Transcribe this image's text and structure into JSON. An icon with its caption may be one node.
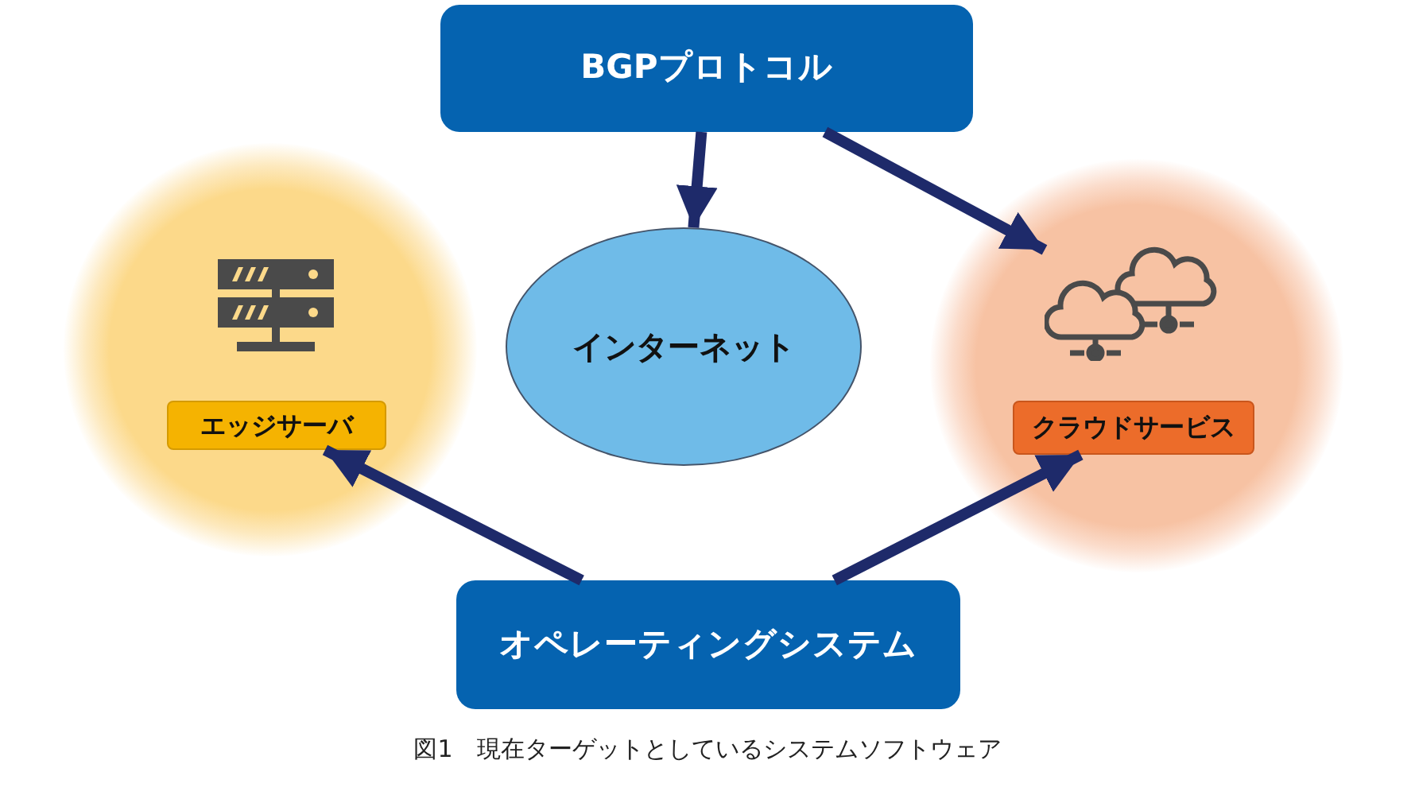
{
  "diagram": {
    "caption": "図1　現在ターゲットとしているシステムソフトウェア",
    "nodes": [
      {
        "text": [
          "BGPプロトコル"
        ]
      },
      {
        "text": [
          "インターネット"
        ]
      },
      {
        "text": [],
        "shape": "circle"
      },
      {
        "text": [
          "エッジサーバ"
        ],
        "in": 2
      },
      {
        "text": [],
        "shape": "circle"
      },
      {
        "text": [],
        "shape": "picture",
        "in": 4
      },
      {
        "text": [
          "クラウドサービス"
        ],
        "in": 4
      },
      {
        "text": [
          "オペレーティングシステム"
        ]
      }
    ],
    "edges": [
      {
        "from": 0,
        "to": 1,
        "arrow": "to"
      },
      {
        "from": 0,
        "to": 5,
        "arrow": "to"
      },
      {
        "from": 7,
        "to": 3,
        "arrow": "to"
      },
      {
        "from": 7,
        "to": 6,
        "arrow": "to"
      }
    ]
  }
}
